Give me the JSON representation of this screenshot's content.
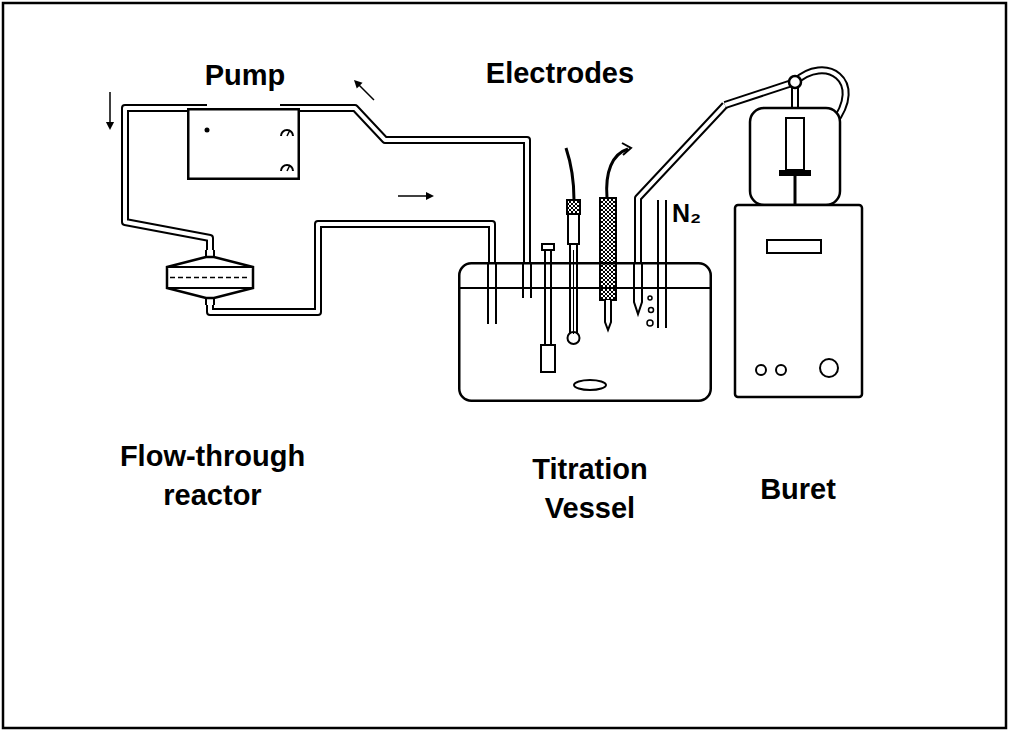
{
  "diagram": {
    "nodes": [
      {
        "text": [
          "Pump"
        ]
      },
      {
        "text": [
          "Flow-through reactor"
        ]
      },
      {
        "text": [
          "Titration Vessel"
        ]
      },
      {
        "text": [
          "Buret"
        ]
      }
    ],
    "edges": [
      {
        "from": 0,
        "to": 1,
        "arrow": "to"
      },
      {
        "from": 1,
        "to": 2,
        "arrow": "to"
      },
      {
        "from": 2,
        "to": 0,
        "arrow": "to"
      },
      {
        "from": 3,
        "to": 2,
        "arrow": "none"
      }
    ],
    "labels": [
      "Electrodes",
      "N₂"
    ]
  }
}
